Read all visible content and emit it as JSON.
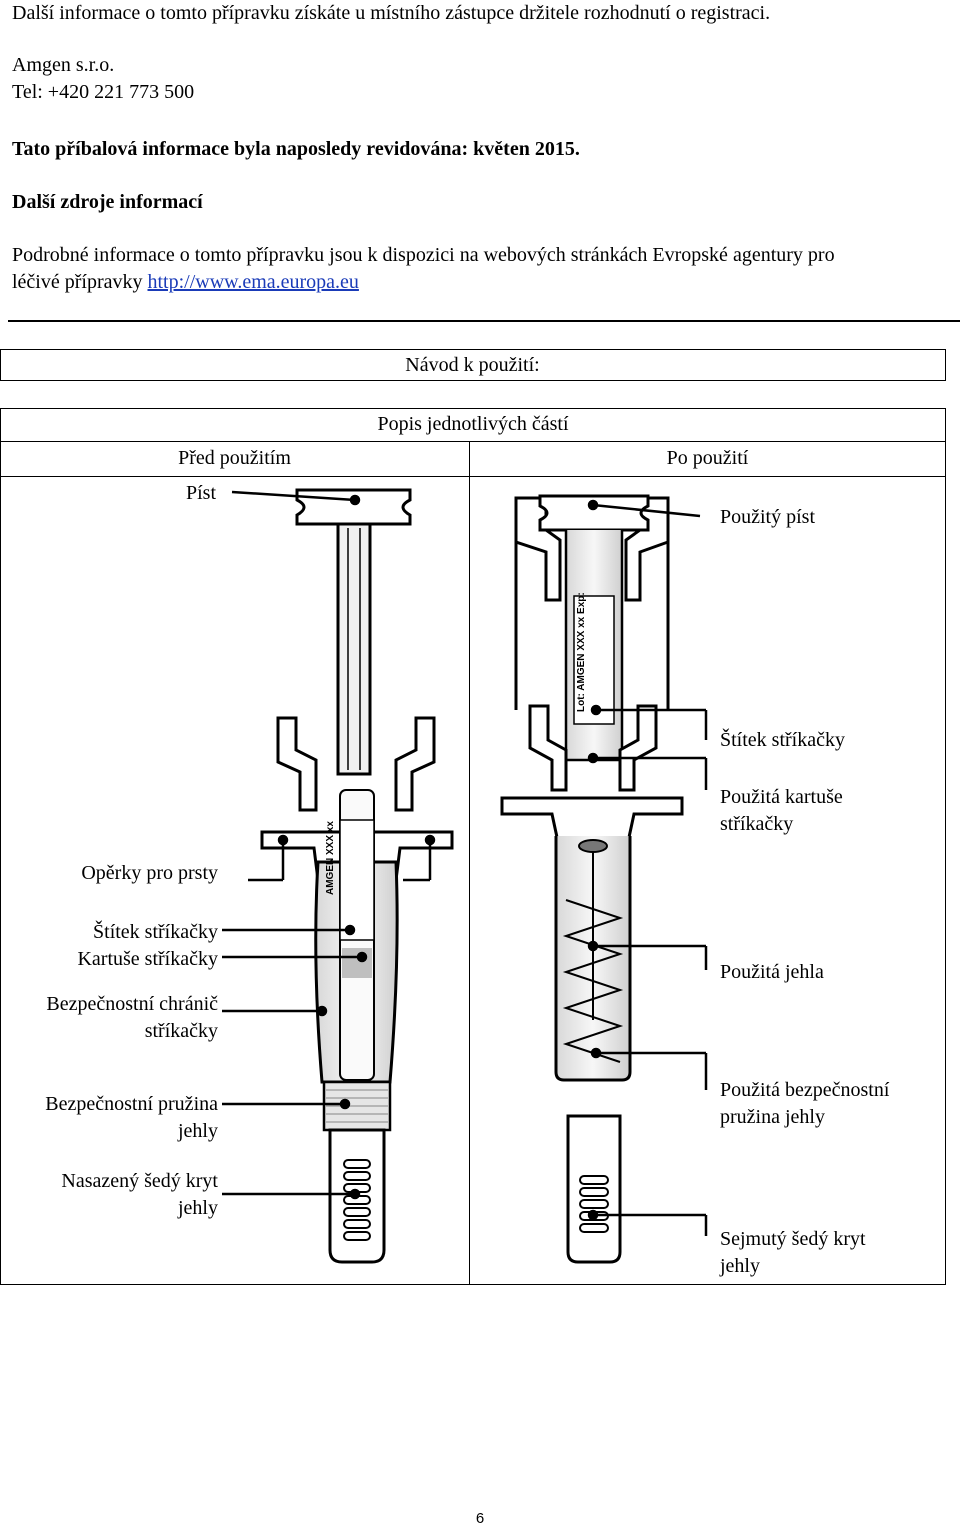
{
  "top": {
    "line1": "Další informace o tomto přípravku získáte u místního zástupce držitele rozhodnutí o registraci.",
    "company": "Amgen s.r.o.",
    "phone": "Tel: +420 221 773 500",
    "revised": "Tato příbalová informace byla naposledy revidována: květen 2015.",
    "sources_heading": "Další zdroje informací",
    "sources_text_1": "Podrobné informace o tomto přípravku jsou k dispozici na webových stránkách Evropské agentury pro",
    "sources_text_2": "léčivé přípravky ",
    "sources_link": "http://www.ema.europa.eu"
  },
  "instructions": {
    "title": "Návod k použití:",
    "parts_title": "Popis jednotlivých částí",
    "before_header": "Před použitím",
    "after_header": "Po použití"
  },
  "before_labels": {
    "plunger": "Píst",
    "finger_grips": "Opěrky pro prsty",
    "syringe_label": "Štítek stříkačky",
    "syringe_barrel": "Kartuše stříkačky",
    "safety_guard_1": "Bezpečnostní chránič",
    "safety_guard_2": "stříkačky",
    "safety_spring_1": "Bezpečnostní pružina",
    "safety_spring_2": "jehly",
    "grey_cap_on_1": "Nasazený šedý kryt",
    "grey_cap_on_2": "jehly"
  },
  "after_labels": {
    "used_plunger": "Použitý píst",
    "syringe_label": "Štítek stříkačky",
    "used_barrel_1": "Použitá kartuše",
    "used_barrel_2": "stříkačky",
    "used_needle": "Použitá jehla",
    "used_spring_1": "Použitá bezpečnostní",
    "used_spring_2": "pružina jehly",
    "grey_cap_off_1": "Sejmutý šedý kryt",
    "grey_cap_off_2": "jehly"
  },
  "syringe_print": {
    "brand": "AMGEN",
    "code": "XXX xx",
    "exp": "Exp:",
    "lot": "Lot:"
  },
  "page_number": "6"
}
